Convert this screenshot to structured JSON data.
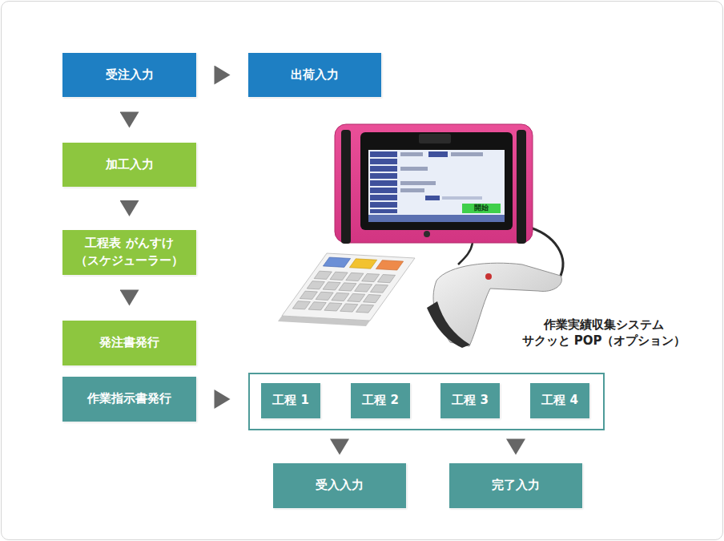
{
  "diagram": {
    "nodes": [
      {
        "text": [
          "受注入力"
        ]
      },
      {
        "text": [
          "出荷入力"
        ]
      },
      {
        "text": [
          "加工入力"
        ]
      },
      {
        "text": [
          "工程表 がんすけ （スケジューラー）"
        ]
      },
      {
        "text": [
          "発注書発行"
        ]
      },
      {
        "text": [
          "作業指示書発行"
        ]
      },
      {
        "text": []
      },
      {
        "text": [
          "工程 1"
        ],
        "in": 6
      },
      {
        "text": [
          "工程 2"
        ],
        "in": 6
      },
      {
        "text": [
          "工程 3"
        ],
        "in": 6
      },
      {
        "text": [
          "工程 4"
        ],
        "in": 6
      },
      {
        "text": [
          "受入入力"
        ]
      },
      {
        "text": [
          "完了入力"
        ]
      }
    ],
    "edges": [
      {
        "from": 0,
        "to": 1,
        "arrow": "to"
      },
      {
        "from": 0,
        "to": 2,
        "arrow": "to"
      },
      {
        "from": 2,
        "to": 3,
        "arrow": "to"
      },
      {
        "from": 3,
        "to": 4,
        "arrow": "to"
      },
      {
        "from": 5,
        "to": 6,
        "arrow": "to"
      },
      {
        "from": 6,
        "to": 11,
        "arrow": "to"
      },
      {
        "from": 6,
        "to": 12,
        "arrow": "to"
      }
    ],
    "labels": [
      "作業実績収集システム サクッと POP（オプション）",
      "開始"
    ]
  }
}
